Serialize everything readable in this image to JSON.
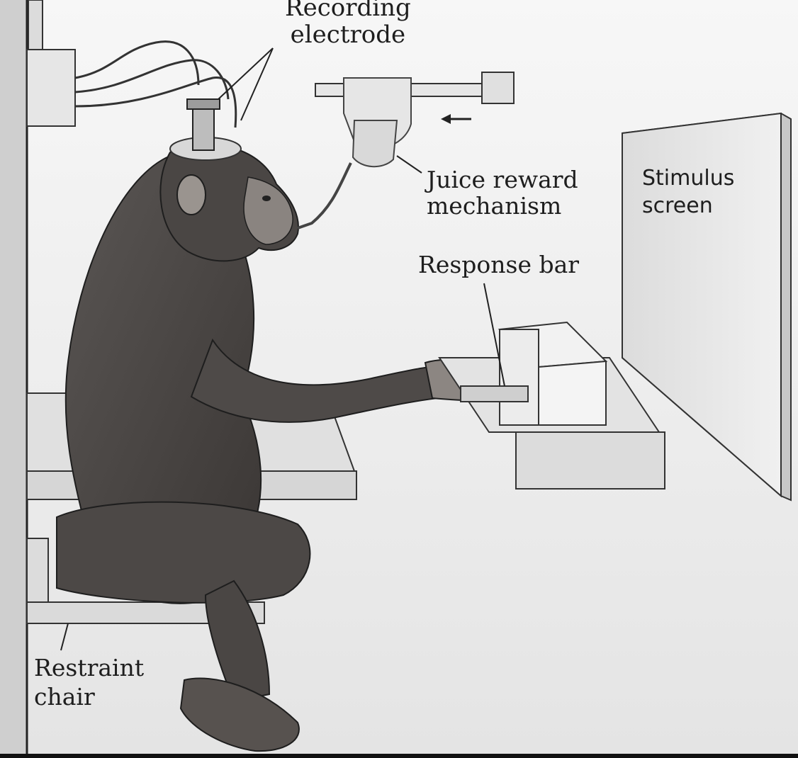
{
  "labels": {
    "recording_electrode": "Recording\nelectrode",
    "juice_reward": "Juice reward\nmechanism",
    "stimulus_screen": "Stimulus\nscreen",
    "response_bar": "Response bar",
    "restraint_chair": "Restraint\nchair"
  },
  "colors": {
    "background": "#f4f4f4",
    "monkey_fur": "#4a4644",
    "apparatus": "#e2e2e2",
    "outline": "#222222"
  }
}
